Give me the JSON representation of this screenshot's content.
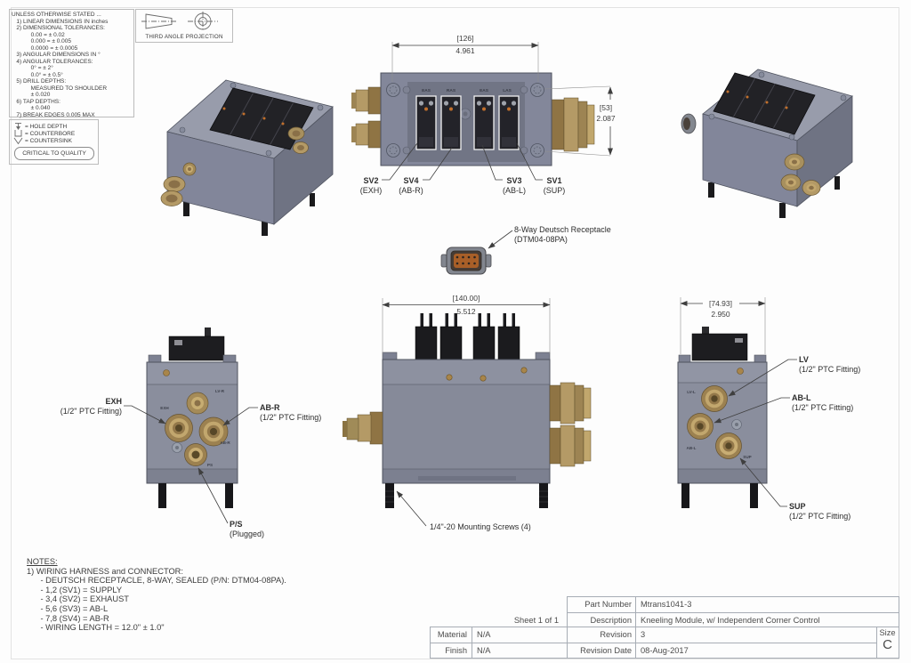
{
  "tolerance_block": {
    "title": "UNLESS OTHERWISE STATED ...",
    "lines": [
      "   1) LINEAR DIMENSIONS IN inches",
      "   2) DIMENSIONAL TOLERANCES:",
      "            0.00 = ± 0.02",
      "            0.000 = ± 0.005",
      "            0.0000 = ± 0.0005",
      "   3) ANGULAR DIMENSIONS IN °",
      "   4) ANGULAR TOLERANCES:",
      "            0° = ± 2°",
      "            0.0° = ± 0.5°",
      "   5) DRILL DEPTHS:",
      "            MEASURED TO SHOULDER",
      "            ± 0.020",
      "   6) TAP DEPTHS:",
      "            ± 0.040",
      "   7) BREAK EDGES 0.005 MAX"
    ]
  },
  "projection_box": {
    "label": "THIRD ANGLE PROJECTION"
  },
  "legend": {
    "hole_depth": "= HOLE DEPTH",
    "counterbore": "= COUNTERBORE",
    "countersink": "= COUNTERSINK",
    "critical": "CRITICAL TO QUALITY"
  },
  "top_view": {
    "dim_width_bracket": "[126]",
    "dim_width_value": "4.961",
    "dim_height_bracket": "[53]",
    "dim_height_value": "2.087",
    "valve_marks": [
      "EAS",
      "RAS",
      "EAS",
      "LAS"
    ],
    "callouts": [
      {
        "name": "SV2",
        "detail": "(EXH)"
      },
      {
        "name": "SV4",
        "detail": "(AB-R)"
      },
      {
        "name": "SV3",
        "detail": "(AB-L)"
      },
      {
        "name": "SV1",
        "detail": "(SUP)"
      }
    ]
  },
  "receptacle": {
    "title": "8-Way Deutsch Receptacle",
    "part": "(DTM04-08PA)"
  },
  "front_view": {
    "dim_bracket": "[140.00]",
    "dim_value": "5.512",
    "mount_note": "1/4\"-20 Mounting Screws (4)"
  },
  "left_view": {
    "engraved_lvr": "LV-R",
    "engraved_exh": "EXH",
    "engraved_abr": "AB-R",
    "engraved_ps": "PS",
    "callout_exh_name": "EXH",
    "callout_exh_detail": "(1/2\" PTC Fitting)",
    "callout_abr_name": "AB-R",
    "callout_abr_detail": "(1/2\" PTC Fitting)",
    "callout_ps_name": "P/S",
    "callout_ps_detail": "(Plugged)"
  },
  "right_view": {
    "dim_bracket": "[74.93]",
    "dim_value": "2.950",
    "engraved_lvl": "LV-L",
    "engraved_abl": "AB-L",
    "engraved_sup": "SUP",
    "callout_lv_name": "LV",
    "callout_lv_detail": "(1/2\" PTC Fitting)",
    "callout_abl_name": "AB-L",
    "callout_abl_detail": "(1/2\" PTC Fitting)",
    "callout_sup_name": "SUP",
    "callout_sup_detail": "(1/2\" PTC Fitting)"
  },
  "notes": {
    "title": "NOTES:",
    "lines": [
      "1) WIRING HARNESS and CONNECTOR:",
      "      - DEUTSCH RECEPTACLE, 8-WAY, SEALED (P/N: DTM04-08PA).",
      "      - 1,2 (SV1) = SUPPLY",
      "      - 3,4 (SV2) = EXHAUST",
      "      - 5,6 (SV3) = AB-L",
      "      - 7,8 (SV4) = AB-R",
      "      - WIRING LENGTH = 12.0\" ± 1.0\""
    ]
  },
  "title_block": {
    "sheet": "Sheet 1 of 1",
    "part_number_label": "Part Number",
    "part_number": "Mtrans1041-3",
    "description_label": "Description",
    "description": "Kneeling Module, w/ Independent Corner Control",
    "revision_label": "Revision",
    "revision": "3",
    "revision_date_label": "Revision Date",
    "revision_date": "08-Aug-2017",
    "material_label": "Material",
    "material": "N/A",
    "finish_label": "Finish",
    "finish": "N/A",
    "size_label": "Size",
    "size": "C"
  }
}
